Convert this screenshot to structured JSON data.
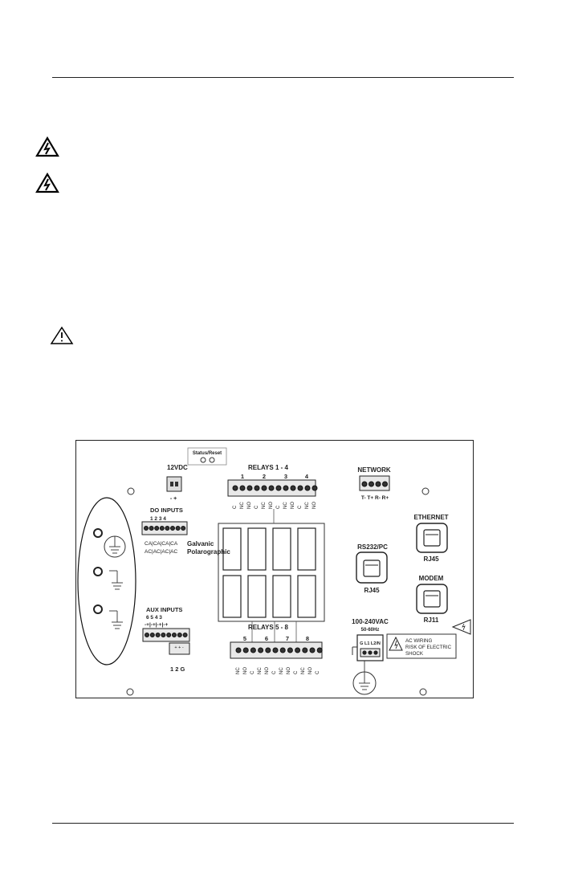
{
  "panel": {
    "status_reset": "Status/Reset",
    "dc_label": "12VDC",
    "dc_pins": "- +",
    "relays_top_title": "RELAYS 1 - 4",
    "relays_top_nums": [
      "1",
      "2",
      "3",
      "4"
    ],
    "relays_top_pins": [
      "C",
      "NC",
      "NO",
      "C",
      "NC",
      "NO",
      "C",
      "NC",
      "NO",
      "C",
      "NC",
      "NO"
    ],
    "relays_bottom_title": "RELAYS 5 - 8",
    "relays_bottom_nums": [
      "5",
      "6",
      "7",
      "8"
    ],
    "relays_bottom_pins": [
      "NC",
      "NO",
      "C",
      "NC",
      "NO",
      "C",
      "NC",
      "NO",
      "C",
      "NC",
      "NO",
      "C"
    ],
    "network_label": "NETWORK",
    "network_pins": "T- T+ R- R+",
    "do_inputs": "DO INPUTS",
    "do_nums": "1   2   3   4",
    "do_row1": "CA|CA|CA|CA",
    "do_row2": "AC|AC|AC|AC",
    "galvanic": "Galvanic",
    "polarographic": "Polarographic",
    "aux_inputs": "AUX INPUTS",
    "aux_nums": "6   5   4   3",
    "aux_pins": "-+|-+|-+|-+",
    "aux_bottom": "+ + -",
    "aux_footer": "1 2 G",
    "rs232_label": "RS232/PC",
    "rs232_jack": "RJ45",
    "ethernet_label": "ETHERNET",
    "ethernet_jack": "RJ45",
    "modem_label": "MODEM",
    "modem_jack": "RJ11",
    "ac_label": "100-240VAC",
    "ac_freq": "50-60Hz",
    "ac_pins": "G L1 L2/N",
    "ac_warn_1": "AC WIRING",
    "ac_warn_2": "RISK OF ELECTRIC",
    "ac_warn_3": "SHOCK"
  }
}
